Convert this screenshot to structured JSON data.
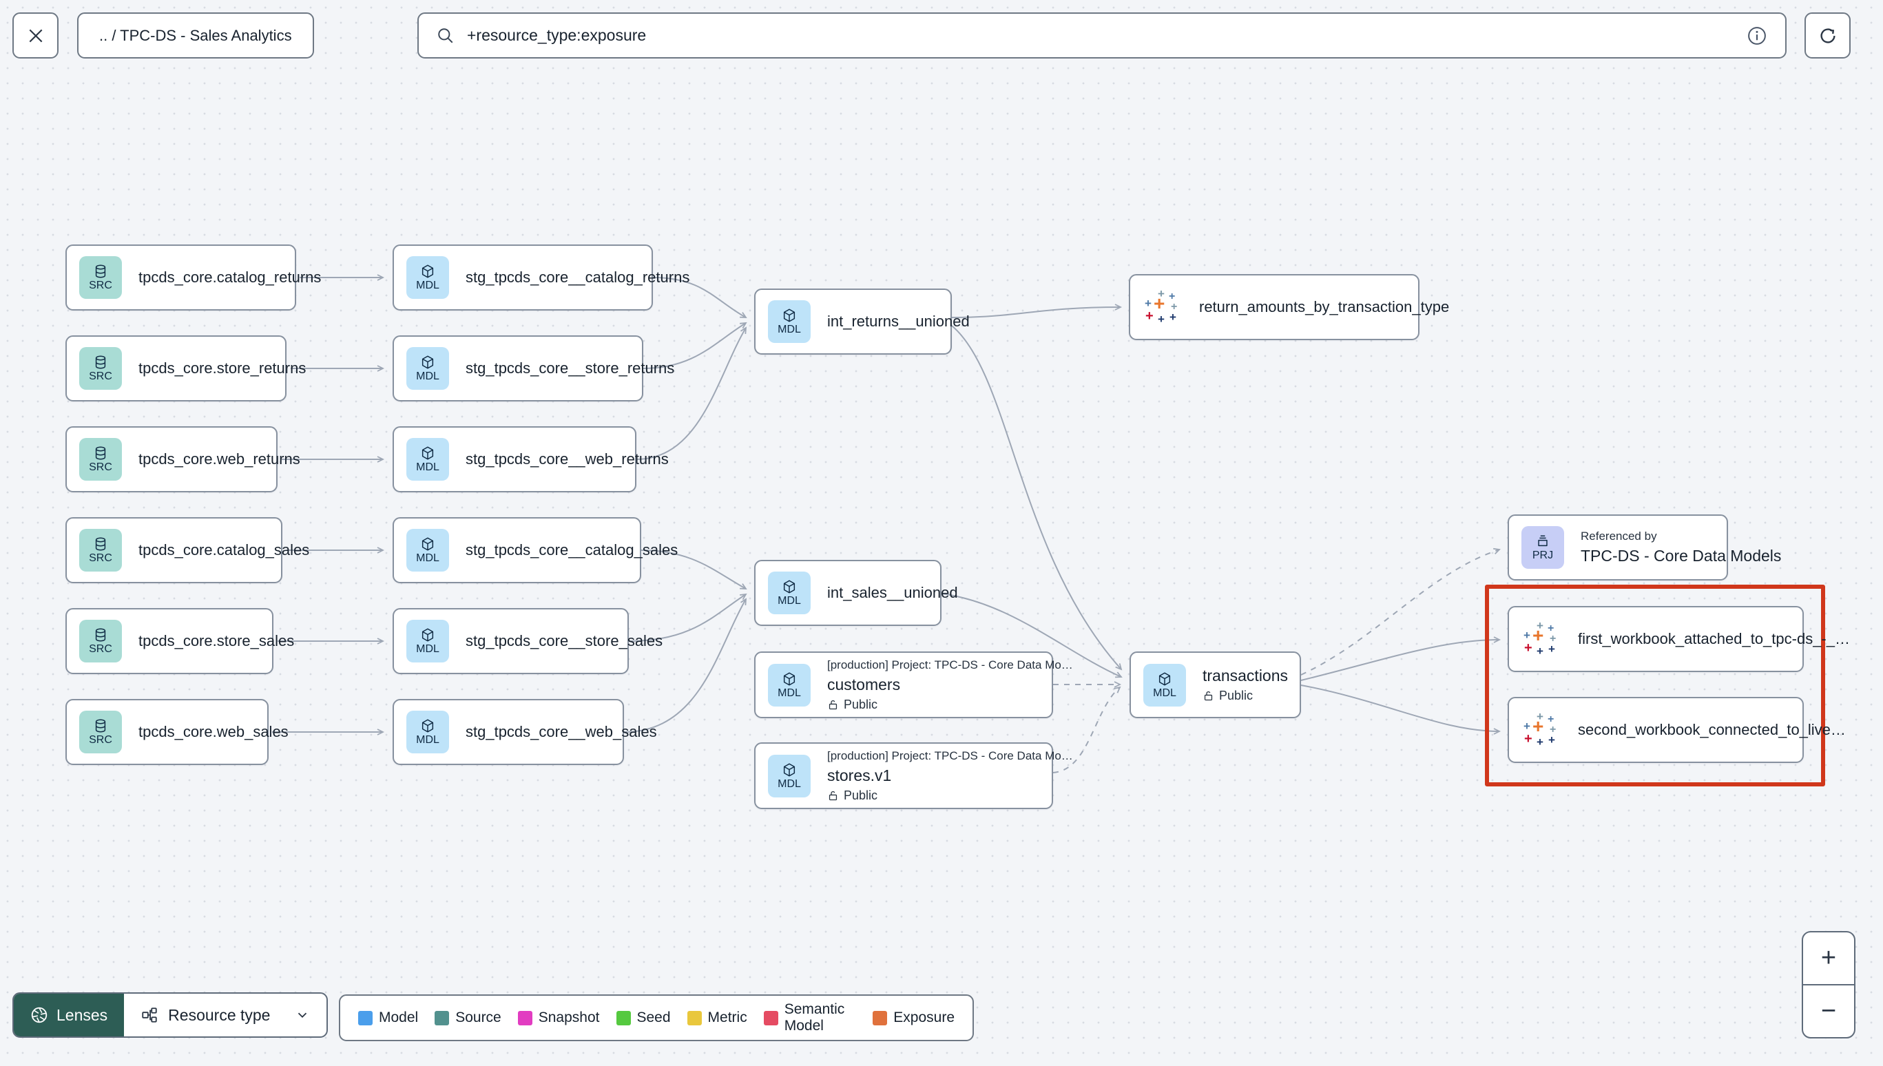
{
  "header": {
    "breadcrumb": ".. / TPC-DS - Sales Analytics",
    "search": {
      "value": "+resource_type:exposure"
    }
  },
  "badges": {
    "source": "SRC",
    "model": "MDL",
    "project": "PRJ"
  },
  "graph": {
    "sources": [
      {
        "label": "tpcds_core.catalog_returns"
      },
      {
        "label": "tpcds_core.store_returns"
      },
      {
        "label": "tpcds_core.web_returns"
      },
      {
        "label": "tpcds_core.catalog_sales"
      },
      {
        "label": "tpcds_core.store_sales"
      },
      {
        "label": "tpcds_core.web_sales"
      }
    ],
    "staging": [
      {
        "label": "stg_tpcds_core__catalog_returns"
      },
      {
        "label": "stg_tpcds_core__store_returns"
      },
      {
        "label": "stg_tpcds_core__web_returns"
      },
      {
        "label": "stg_tpcds_core__catalog_sales"
      },
      {
        "label": "stg_tpcds_core__store_sales"
      },
      {
        "label": "stg_tpcds_core__web_sales"
      }
    ],
    "intermediate": [
      {
        "label": "int_returns__unioned"
      },
      {
        "label": "int_sales__unioned"
      }
    ],
    "external_models": [
      {
        "project": "[production] Project: TPC-DS - Core Data Mo…",
        "label": "customers",
        "access": "Public"
      },
      {
        "project": "[production] Project: TPC-DS - Core Data Mo…",
        "label": "stores.v1",
        "access": "Public"
      }
    ],
    "transactions": {
      "label": "transactions",
      "access": "Public"
    },
    "referenced_by": {
      "title": "Referenced by",
      "label": "TPC-DS - Core Data Models"
    },
    "exposures": [
      {
        "label": "return_amounts_by_transaction_type"
      },
      {
        "label": "first_workbook_attached_to_tpc-ds_-_…"
      },
      {
        "label": "second_workbook_connected_to_live…"
      }
    ]
  },
  "footer": {
    "lenses_label": "Lenses",
    "resource_type_label": "Resource type",
    "legend": [
      {
        "label": "Model",
        "color": "#4A9EEB"
      },
      {
        "label": "Source",
        "color": "#52918E"
      },
      {
        "label": "Snapshot",
        "color": "#E23CC1"
      },
      {
        "label": "Seed",
        "color": "#55C93F"
      },
      {
        "label": "Metric",
        "color": "#E9C73C"
      },
      {
        "label": "Semantic Model",
        "color": "#E54B62"
      },
      {
        "label": "Exposure",
        "color": "#E0713C"
      }
    ],
    "zoom_in": "+",
    "zoom_out": "−"
  }
}
